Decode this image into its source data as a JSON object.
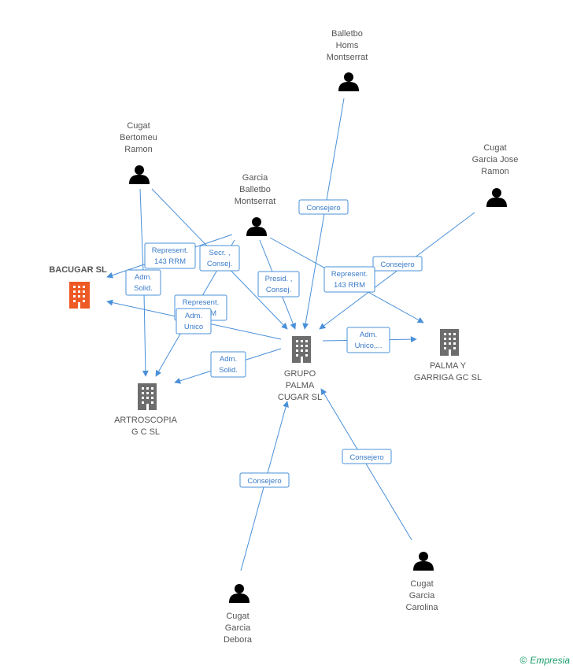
{
  "nodes": {
    "balletbo": {
      "lines": [
        "Balletbo",
        "Homs",
        "Montserrat"
      ],
      "type": "person"
    },
    "bertomeu": {
      "lines": [
        "Cugat",
        "Bertomeu",
        "Ramon"
      ],
      "type": "person"
    },
    "garcia_balletbo": {
      "lines": [
        "Garcia",
        "Balletbo",
        "Montserrat"
      ],
      "type": "person"
    },
    "garcia_jose": {
      "lines": [
        "Cugat",
        "Garcia Jose",
        "Ramon"
      ],
      "type": "person"
    },
    "bacugar": {
      "lines": [
        "BACUGAR SL"
      ],
      "type": "company-highlight"
    },
    "grupo": {
      "lines": [
        "GRUPO",
        "PALMA",
        "CUGAR SL"
      ],
      "type": "company"
    },
    "palma_garriga": {
      "lines": [
        "PALMA Y",
        "GARRIGA GC SL"
      ],
      "type": "company"
    },
    "artroscopia": {
      "lines": [
        "ARTROSCOPIA",
        "G C SL"
      ],
      "type": "company"
    },
    "debora": {
      "lines": [
        "Cugat",
        "Garcia",
        "Debora"
      ],
      "type": "person"
    },
    "carolina": {
      "lines": [
        "Cugat",
        "Garcia",
        "Carolina"
      ],
      "type": "person"
    }
  },
  "relations": [
    {
      "id": "r1",
      "lines": [
        "Consejero"
      ]
    },
    {
      "id": "r2",
      "lines": [
        "Consejero"
      ]
    },
    {
      "id": "r3",
      "lines": [
        "Represent.",
        "143 RRM"
      ]
    },
    {
      "id": "r4",
      "lines": [
        "Secr. ,",
        "Consej."
      ]
    },
    {
      "id": "r5",
      "lines": [
        "Adm.",
        "Solid."
      ]
    },
    {
      "id": "r6",
      "lines": [
        "Presid. ,",
        "Consej."
      ]
    },
    {
      "id": "r7",
      "lines": [
        "Represent.",
        "143 RRM"
      ]
    },
    {
      "id": "r8",
      "lines": [
        "Represent.",
        "143 RRM"
      ]
    },
    {
      "id": "r9",
      "lines": [
        "Adm.",
        "Unico"
      ]
    },
    {
      "id": "r10",
      "lines": [
        "Adm.",
        "Unico,..."
      ]
    },
    {
      "id": "r11",
      "lines": [
        "Adm.",
        "Solid."
      ]
    },
    {
      "id": "r12",
      "lines": [
        "Consejero"
      ]
    },
    {
      "id": "r13",
      "lines": [
        "Consejero"
      ]
    }
  ],
  "footer": {
    "copyright_symbol": "©",
    "brand": "Empresia"
  }
}
